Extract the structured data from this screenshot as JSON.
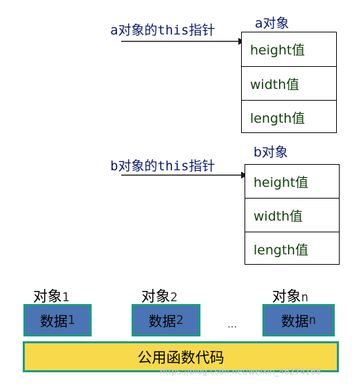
{
  "object_a": {
    "pointer_label": "a对象的this指针",
    "title": "a对象",
    "fields": [
      "height值",
      "width值",
      "length值"
    ]
  },
  "object_b": {
    "pointer_label": "b对象的this指针",
    "title": "b对象",
    "fields": [
      "height值",
      "width值",
      "length值"
    ]
  },
  "objects": [
    {
      "label": "对象",
      "index": "1",
      "data_label": "数据",
      "data_index": "1"
    },
    {
      "label": "对象",
      "index": "2",
      "data_label": "数据",
      "data_index": "2"
    },
    {
      "label": "对象",
      "index": "n",
      "data_label": "数据",
      "data_index": "n"
    }
  ],
  "ellipsis": "…",
  "shared_code_label": "公用函数代码",
  "watermark": "https://blog.csdn.net/weixin_46274168",
  "colors": {
    "label_text": "#0b1a6e",
    "field_text": "#14440e",
    "data_box_fill": "#4a74b3",
    "box_border": "#199c84",
    "shared_fill": "#f8d94a"
  }
}
